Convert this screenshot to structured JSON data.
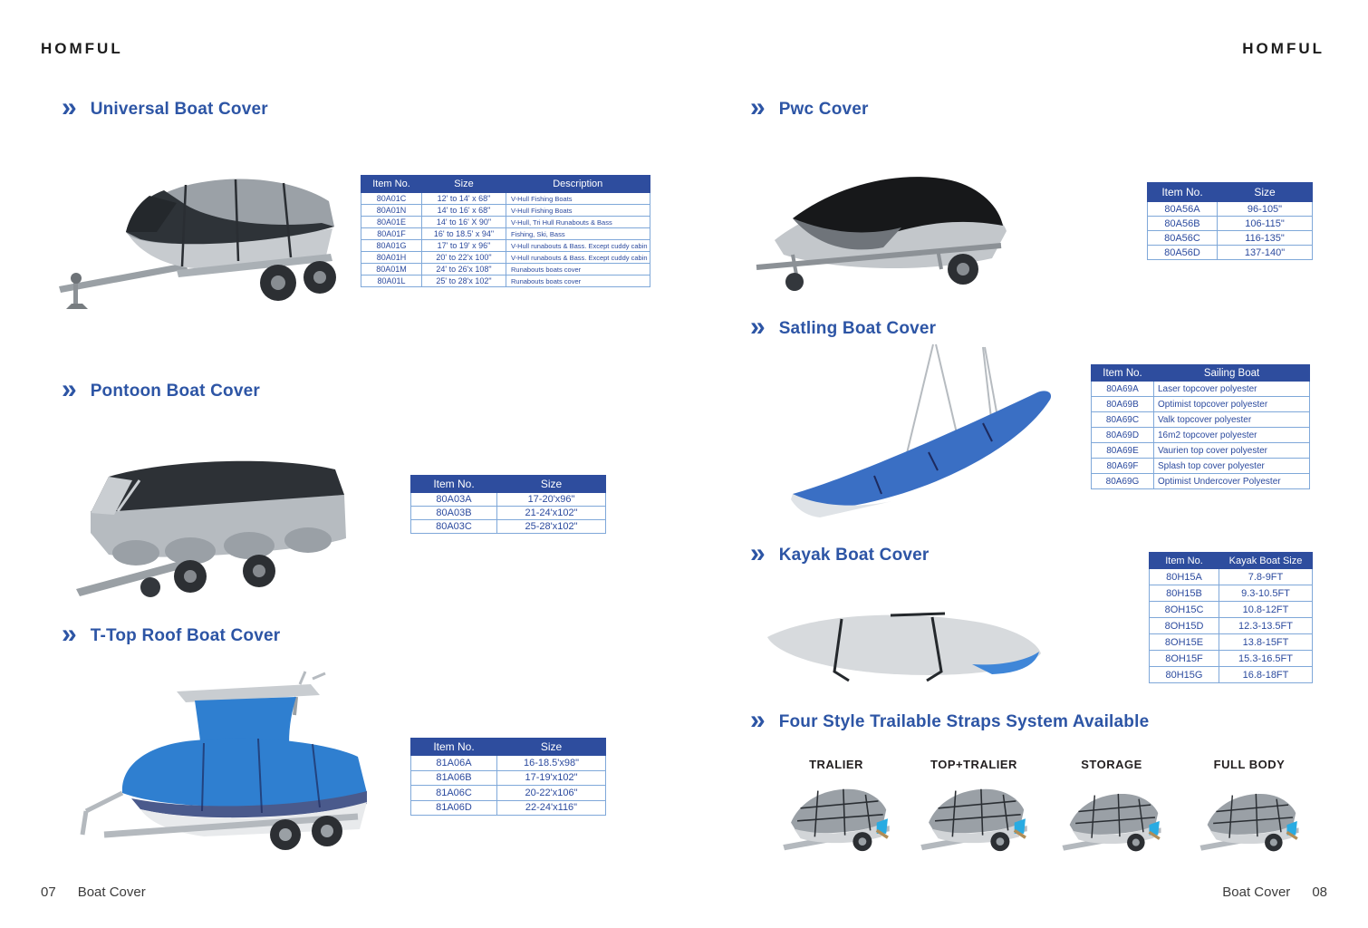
{
  "icons": {
    "section_marker": "»"
  },
  "colors": {
    "accent_blue": "#2d55a5",
    "table_header_bg": "#2e4d9e",
    "table_border": "#7fa8d9",
    "table_text": "#2b4a9e",
    "logo_text": "#1c1c1c"
  },
  "header": {
    "logo_left": "HOMFUL",
    "logo_right": "HOMFUL"
  },
  "footer": {
    "left_page_number": "07",
    "left_label": "Boat Cover",
    "right_label": "Boat Cover",
    "right_page_number": "08"
  },
  "sections": {
    "universal": {
      "title": "Universal Boat Cover",
      "table": {
        "headers": [
          "Item No.",
          "Size",
          "Description"
        ],
        "rows": [
          [
            "80A01C",
            "12' to 14' x 68\"",
            "V-Hull Fishing Boats"
          ],
          [
            "80A01N",
            "14' to 16' x 68\"",
            "V-Hull Fishing Boats"
          ],
          [
            "80A01E",
            "14' to 16' X 90\"",
            "V-Hull, Tri Hull Runabouts & Bass"
          ],
          [
            "80A01F",
            "16' to 18.5' x 94\"",
            "Fishing, Ski, Bass"
          ],
          [
            "80A01G",
            "17' to 19' x 96\"",
            "V-Hull runabouts & Bass. Except cuddy cabin"
          ],
          [
            "80A01H",
            "20' to 22'x 100\"",
            "V-Hull runabouts & Bass. Except cuddy cabin"
          ],
          [
            "80A01M",
            "24' to 26'x 108\"",
            "Runabouts boats cover"
          ],
          [
            "80A01L",
            "25' to 28'x 102\"",
            "Runabouts boats cover"
          ]
        ]
      }
    },
    "pontoon": {
      "title": "Pontoon Boat Cover",
      "table": {
        "headers": [
          "Item No.",
          "Size"
        ],
        "rows": [
          [
            "80A03A",
            "17-20'x96\""
          ],
          [
            "80A03B",
            "21-24'x102\""
          ],
          [
            "80A03C",
            "25-28'x102\""
          ]
        ]
      }
    },
    "ttop": {
      "title": "T-Top Roof Boat Cover",
      "table": {
        "headers": [
          "Item No.",
          "Size"
        ],
        "rows": [
          [
            "81A06A",
            "16-18.5'x98\""
          ],
          [
            "81A06B",
            "17-19'x102\""
          ],
          [
            "81A06C",
            "20-22'x106\""
          ],
          [
            "81A06D",
            "22-24'x116\""
          ]
        ]
      }
    },
    "pwc": {
      "title": "Pwc Cover",
      "table": {
        "headers": [
          "Item No.",
          "Size"
        ],
        "rows": [
          [
            "80A56A",
            "96-105\""
          ],
          [
            "80A56B",
            "106-115\""
          ],
          [
            "80A56C",
            "116-135\""
          ],
          [
            "80A56D",
            "137-140\""
          ]
        ]
      }
    },
    "sailing": {
      "title": "Satling Boat Cover",
      "table": {
        "headers": [
          "Item No.",
          "Sailing Boat"
        ],
        "rows": [
          [
            "80A69A",
            "Laser topcover polyester"
          ],
          [
            "80A69B",
            "Optimist topcover polyester"
          ],
          [
            "80A69C",
            "Valk topcover polyester"
          ],
          [
            "80A69D",
            "16m2 topcover polyester"
          ],
          [
            "80A69E",
            "Vaurien top cover polyester"
          ],
          [
            "80A69F",
            "Splash top cover polyester"
          ],
          [
            "80A69G",
            "Optimist Undercover Polyester"
          ]
        ]
      }
    },
    "kayak": {
      "title": "Kayak Boat Cover",
      "table": {
        "headers": [
          "Item No.",
          "Kayak Boat Size"
        ],
        "rows": [
          [
            "80H15A",
            "7.8-9FT"
          ],
          [
            "80H15B",
            "9.3-10.5FT"
          ],
          [
            "8OH15C",
            "10.8-12FT"
          ],
          [
            "8OH15D",
            "12.3-13.5FT"
          ],
          [
            "8OH15E",
            "13.8-15FT"
          ],
          [
            "8OH15F",
            "15.3-16.5FT"
          ],
          [
            "80H15G",
            "16.8-18FT"
          ]
        ]
      }
    },
    "straps": {
      "title": "Four Style Trailable Straps System Available",
      "styles": [
        "TRALIER",
        "TOP+TRALIER",
        "STORAGE",
        "FULL BODY"
      ]
    }
  }
}
